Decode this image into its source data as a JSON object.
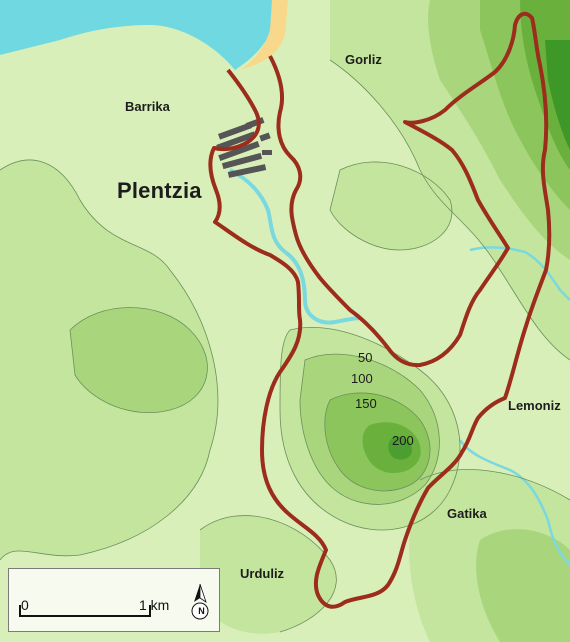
{
  "map": {
    "places": {
      "barrika": "Barrika",
      "plentzia": "Plentzia",
      "gorliz": "Gorliz",
      "lemoniz": "Lemoniz",
      "gatika": "Gatika",
      "urduliz": "Urduliz"
    },
    "contours": {
      "c50": "50",
      "c100": "100",
      "c150": "150",
      "c200": "200"
    },
    "scale": {
      "start_label": "0",
      "end_label": "1 km",
      "north_label": "N"
    },
    "colors": {
      "sea": "#6fd8e0",
      "beach": "#f8d88a",
      "lowland": "#d9efb9",
      "level_1": "#c4e59d",
      "level_2": "#a9d67d",
      "level_3": "#8cc55b",
      "level_4": "#69b13c",
      "level_5": "#3d9827",
      "boundary": "#9c2d1c",
      "river": "#7ad8df",
      "town": "#555555"
    }
  }
}
